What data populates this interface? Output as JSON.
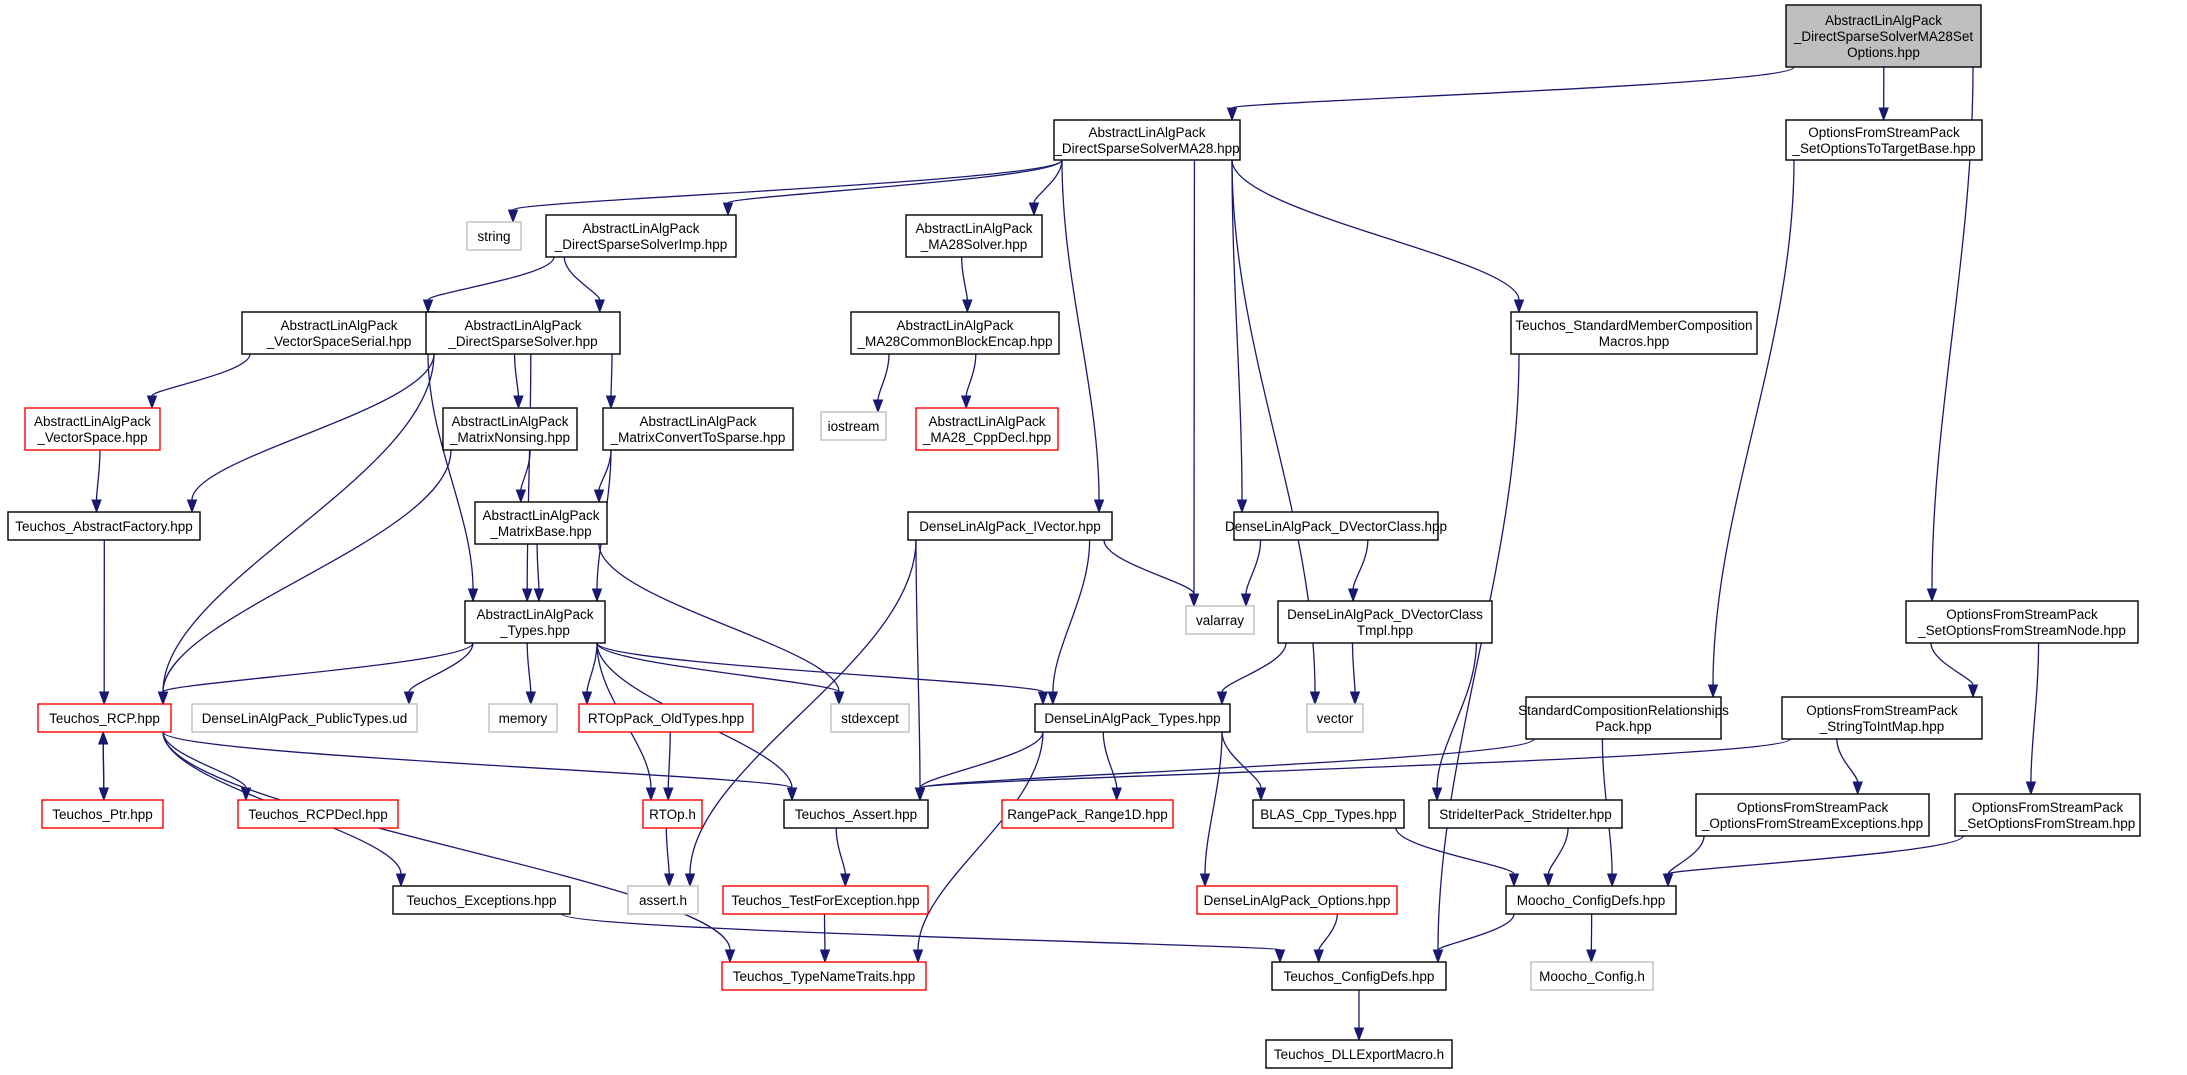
{
  "colors": {
    "edge": "#191970",
    "normal_border": "#000000",
    "missing_border": "#ff0000",
    "system_border": "#bfbfbf",
    "root_fill": "#bfbfbf",
    "fill": "#ffffff"
  },
  "nodes": [
    {
      "id": "root",
      "lines": [
        "AbstractLinAlgPack",
        "_DirectSparseSolverMA28Set",
        "Options.hpp"
      ],
      "kind": "root"
    },
    {
      "id": "ma28",
      "lines": [
        "AbstractLinAlgPack",
        "_DirectSparseSolverMA28.hpp"
      ],
      "kind": "normal"
    },
    {
      "id": "ofs_target",
      "lines": [
        "OptionsFromStreamPack",
        "_SetOptionsToTargetBase.hpp"
      ],
      "kind": "normal"
    },
    {
      "id": "string",
      "lines": [
        "string"
      ],
      "kind": "system"
    },
    {
      "id": "dssimp",
      "lines": [
        "AbstractLinAlgPack",
        "_DirectSparseSolverImp.hpp"
      ],
      "kind": "normal"
    },
    {
      "id": "ma28solver",
      "lines": [
        "AbstractLinAlgPack",
        "_MA28Solver.hpp"
      ],
      "kind": "normal"
    },
    {
      "id": "vss",
      "lines": [
        "AbstractLinAlgPack",
        "_VectorSpaceSerial.hpp"
      ],
      "kind": "normal"
    },
    {
      "id": "dss",
      "lines": [
        "AbstractLinAlgPack",
        "_DirectSparseSolver.hpp"
      ],
      "kind": "normal"
    },
    {
      "id": "ma28cbe",
      "lines": [
        "AbstractLinAlgPack",
        "_MA28CommonBlockEncap.hpp"
      ],
      "kind": "normal"
    },
    {
      "id": "smcm",
      "lines": [
        "Teuchos_StandardMemberComposition",
        "Macros.hpp"
      ],
      "kind": "normal"
    },
    {
      "id": "vspace",
      "lines": [
        "AbstractLinAlgPack",
        "_VectorSpace.hpp"
      ],
      "kind": "missing"
    },
    {
      "id": "mnonsing",
      "lines": [
        "AbstractLinAlgPack",
        "_MatrixNonsing.hpp"
      ],
      "kind": "normal"
    },
    {
      "id": "mcts",
      "lines": [
        "AbstractLinAlgPack",
        "_MatrixConvertToSparse.hpp"
      ],
      "kind": "normal"
    },
    {
      "id": "iostream",
      "lines": [
        "iostream"
      ],
      "kind": "system"
    },
    {
      "id": "ma28cpp",
      "lines": [
        "AbstractLinAlgPack",
        "_MA28_CppDecl.hpp"
      ],
      "kind": "missing"
    },
    {
      "id": "absfactory",
      "lines": [
        "Teuchos_AbstractFactory.hpp"
      ],
      "kind": "normal"
    },
    {
      "id": "mbase",
      "lines": [
        "AbstractLinAlgPack",
        "_MatrixBase.hpp"
      ],
      "kind": "normal"
    },
    {
      "id": "ivector",
      "lines": [
        "DenseLinAlgPack_IVector.hpp"
      ],
      "kind": "normal"
    },
    {
      "id": "dvclass",
      "lines": [
        "DenseLinAlgPack_DVectorClass.hpp"
      ],
      "kind": "normal"
    },
    {
      "id": "valarray",
      "lines": [
        "valarray"
      ],
      "kind": "system"
    },
    {
      "id": "types",
      "lines": [
        "AbstractLinAlgPack",
        "_Types.hpp"
      ],
      "kind": "normal"
    },
    {
      "id": "dvtmpl",
      "lines": [
        "DenseLinAlgPack_DVectorClass",
        "Tmpl.hpp"
      ],
      "kind": "normal"
    },
    {
      "id": "ofs_node",
      "lines": [
        "OptionsFromStreamPack",
        "_SetOptionsFromStreamNode.hpp"
      ],
      "kind": "normal"
    },
    {
      "id": "rcp",
      "lines": [
        "Teuchos_RCP.hpp"
      ],
      "kind": "missing"
    },
    {
      "id": "pubtypes",
      "lines": [
        "DenseLinAlgPack_PublicTypes.ud"
      ],
      "kind": "system"
    },
    {
      "id": "memory",
      "lines": [
        "memory"
      ],
      "kind": "system"
    },
    {
      "id": "rtoptypes",
      "lines": [
        "RTOpPack_OldTypes.hpp"
      ],
      "kind": "missing"
    },
    {
      "id": "stdexcept",
      "lines": [
        "stdexcept"
      ],
      "kind": "system"
    },
    {
      "id": "dltypes",
      "lines": [
        "DenseLinAlgPack_Types.hpp"
      ],
      "kind": "normal"
    },
    {
      "id": "vector",
      "lines": [
        "vector"
      ],
      "kind": "system"
    },
    {
      "id": "scrp",
      "lines": [
        "StandardCompositionRelationships",
        "Pack.hpp"
      ],
      "kind": "normal"
    },
    {
      "id": "str2int",
      "lines": [
        "OptionsFromStreamPack",
        "_StringToIntMap.hpp"
      ],
      "kind": "normal"
    },
    {
      "id": "ptr",
      "lines": [
        "Teuchos_Ptr.hpp"
      ],
      "kind": "missing"
    },
    {
      "id": "rcpdecl",
      "lines": [
        "Teuchos_RCPDecl.hpp"
      ],
      "kind": "missing"
    },
    {
      "id": "rtop",
      "lines": [
        "RTOp.h"
      ],
      "kind": "missing"
    },
    {
      "id": "assert",
      "lines": [
        "Teuchos_Assert.hpp"
      ],
      "kind": "normal"
    },
    {
      "id": "range1d",
      "lines": [
        "RangePack_Range1D.hpp"
      ],
      "kind": "missing"
    },
    {
      "id": "blas",
      "lines": [
        "BLAS_Cpp_Types.hpp"
      ],
      "kind": "normal"
    },
    {
      "id": "strideiter",
      "lines": [
        "StrideIterPack_StrideIter.hpp"
      ],
      "kind": "normal"
    },
    {
      "id": "ofs_exc",
      "lines": [
        "OptionsFromStreamPack",
        "_OptionsFromStreamExceptions.hpp"
      ],
      "kind": "normal"
    },
    {
      "id": "ofs_set",
      "lines": [
        "OptionsFromStreamPack",
        "_SetOptionsFromStream.hpp"
      ],
      "kind": "normal"
    },
    {
      "id": "asserth",
      "lines": [
        "assert.h"
      ],
      "kind": "system"
    },
    {
      "id": "exceptions",
      "lines": [
        "Teuchos_Exceptions.hpp"
      ],
      "kind": "normal"
    },
    {
      "id": "tfe",
      "lines": [
        "Teuchos_TestForException.hpp"
      ],
      "kind": "missing"
    },
    {
      "id": "dloptions",
      "lines": [
        "DenseLinAlgPack_Options.hpp"
      ],
      "kind": "missing"
    },
    {
      "id": "moochocfg",
      "lines": [
        "Moocho_ConfigDefs.hpp"
      ],
      "kind": "normal"
    },
    {
      "id": "typenametraits",
      "lines": [
        "Teuchos_TypeNameTraits.hpp"
      ],
      "kind": "missing"
    },
    {
      "id": "teuchoscfg",
      "lines": [
        "Teuchos_ConfigDefs.hpp"
      ],
      "kind": "normal"
    },
    {
      "id": "moochoh",
      "lines": [
        "Moocho_Config.h"
      ],
      "kind": "system"
    },
    {
      "id": "dllexport",
      "lines": [
        "Teuchos_DLLExportMacro.h"
      ],
      "kind": "normal"
    }
  ],
  "edges": [
    [
      "root",
      "ma28"
    ],
    [
      "root",
      "ofs_target"
    ],
    [
      "root",
      "ofs_node"
    ],
    [
      "ma28",
      "string"
    ],
    [
      "ma28",
      "dssimp"
    ],
    [
      "ma28",
      "ma28solver"
    ],
    [
      "ma28",
      "ivector"
    ],
    [
      "ma28",
      "vector"
    ],
    [
      "ma28",
      "valarray"
    ],
    [
      "ma28",
      "dvclass"
    ],
    [
      "ma28",
      "smcm"
    ],
    [
      "dssimp",
      "vss"
    ],
    [
      "dssimp",
      "dss"
    ],
    [
      "ma28solver",
      "ma28cbe"
    ],
    [
      "ma28cbe",
      "iostream"
    ],
    [
      "ma28cbe",
      "ma28cpp"
    ],
    [
      "vss",
      "vspace"
    ],
    [
      "vss",
      "types"
    ],
    [
      "vspace",
      "absfactory"
    ],
    [
      "absfactory",
      "rcp"
    ],
    [
      "dss",
      "absfactory"
    ],
    [
      "dss",
      "rcp"
    ],
    [
      "dss",
      "types"
    ],
    [
      "dss",
      "mnonsing"
    ],
    [
      "dss",
      "mcts"
    ],
    [
      "mnonsing",
      "mbase"
    ],
    [
      "mnonsing",
      "rcp"
    ],
    [
      "mcts",
      "mbase"
    ],
    [
      "mcts",
      "types"
    ],
    [
      "mbase",
      "types"
    ],
    [
      "mbase",
      "stdexcept"
    ],
    [
      "types",
      "rcp"
    ],
    [
      "types",
      "pubtypes"
    ],
    [
      "types",
      "memory"
    ],
    [
      "types",
      "rtoptypes"
    ],
    [
      "types",
      "stdexcept"
    ],
    [
      "types",
      "dltypes"
    ],
    [
      "types",
      "assert"
    ],
    [
      "types",
      "rtop"
    ],
    [
      "rtoptypes",
      "rtop"
    ],
    [
      "rtop",
      "asserth"
    ],
    [
      "ivector",
      "valarray"
    ],
    [
      "ivector",
      "dltypes"
    ],
    [
      "ivector",
      "assert"
    ],
    [
      "ivector",
      "asserth"
    ],
    [
      "dvclass",
      "valarray"
    ],
    [
      "dvclass",
      "dvtmpl"
    ],
    [
      "dvtmpl",
      "dltypes"
    ],
    [
      "dvtmpl",
      "vector"
    ],
    [
      "dvtmpl",
      "strideiter"
    ],
    [
      "dltypes",
      "assert"
    ],
    [
      "dltypes",
      "range1d"
    ],
    [
      "dltypes",
      "blas"
    ],
    [
      "dltypes",
      "dloptions"
    ],
    [
      "dltypes",
      "typenametraits"
    ],
    [
      "rcp",
      "ptr"
    ],
    [
      "rcp",
      "rcpdecl"
    ],
    [
      "rcp",
      "assert"
    ],
    [
      "rcp",
      "exceptions"
    ],
    [
      "rcp",
      "typenametraits"
    ],
    [
      "ptr",
      "rcp"
    ],
    [
      "assert",
      "tfe"
    ],
    [
      "tfe",
      "typenametraits"
    ],
    [
      "exceptions",
      "teuchoscfg"
    ],
    [
      "smcm",
      "teuchoscfg"
    ],
    [
      "ofs_target",
      "scrp"
    ],
    [
      "scrp",
      "assert"
    ],
    [
      "scrp",
      "moochocfg"
    ],
    [
      "ofs_node",
      "str2int"
    ],
    [
      "ofs_node",
      "ofs_set"
    ],
    [
      "str2int",
      "assert"
    ],
    [
      "str2int",
      "ofs_exc"
    ],
    [
      "ofs_exc",
      "moochocfg"
    ],
    [
      "ofs_set",
      "moochocfg"
    ],
    [
      "blas",
      "moochocfg"
    ],
    [
      "strideiter",
      "moochocfg"
    ],
    [
      "dloptions",
      "teuchoscfg"
    ],
    [
      "moochocfg",
      "teuchoscfg"
    ],
    [
      "moochocfg",
      "moochoh"
    ],
    [
      "teuchoscfg",
      "dllexport"
    ]
  ]
}
